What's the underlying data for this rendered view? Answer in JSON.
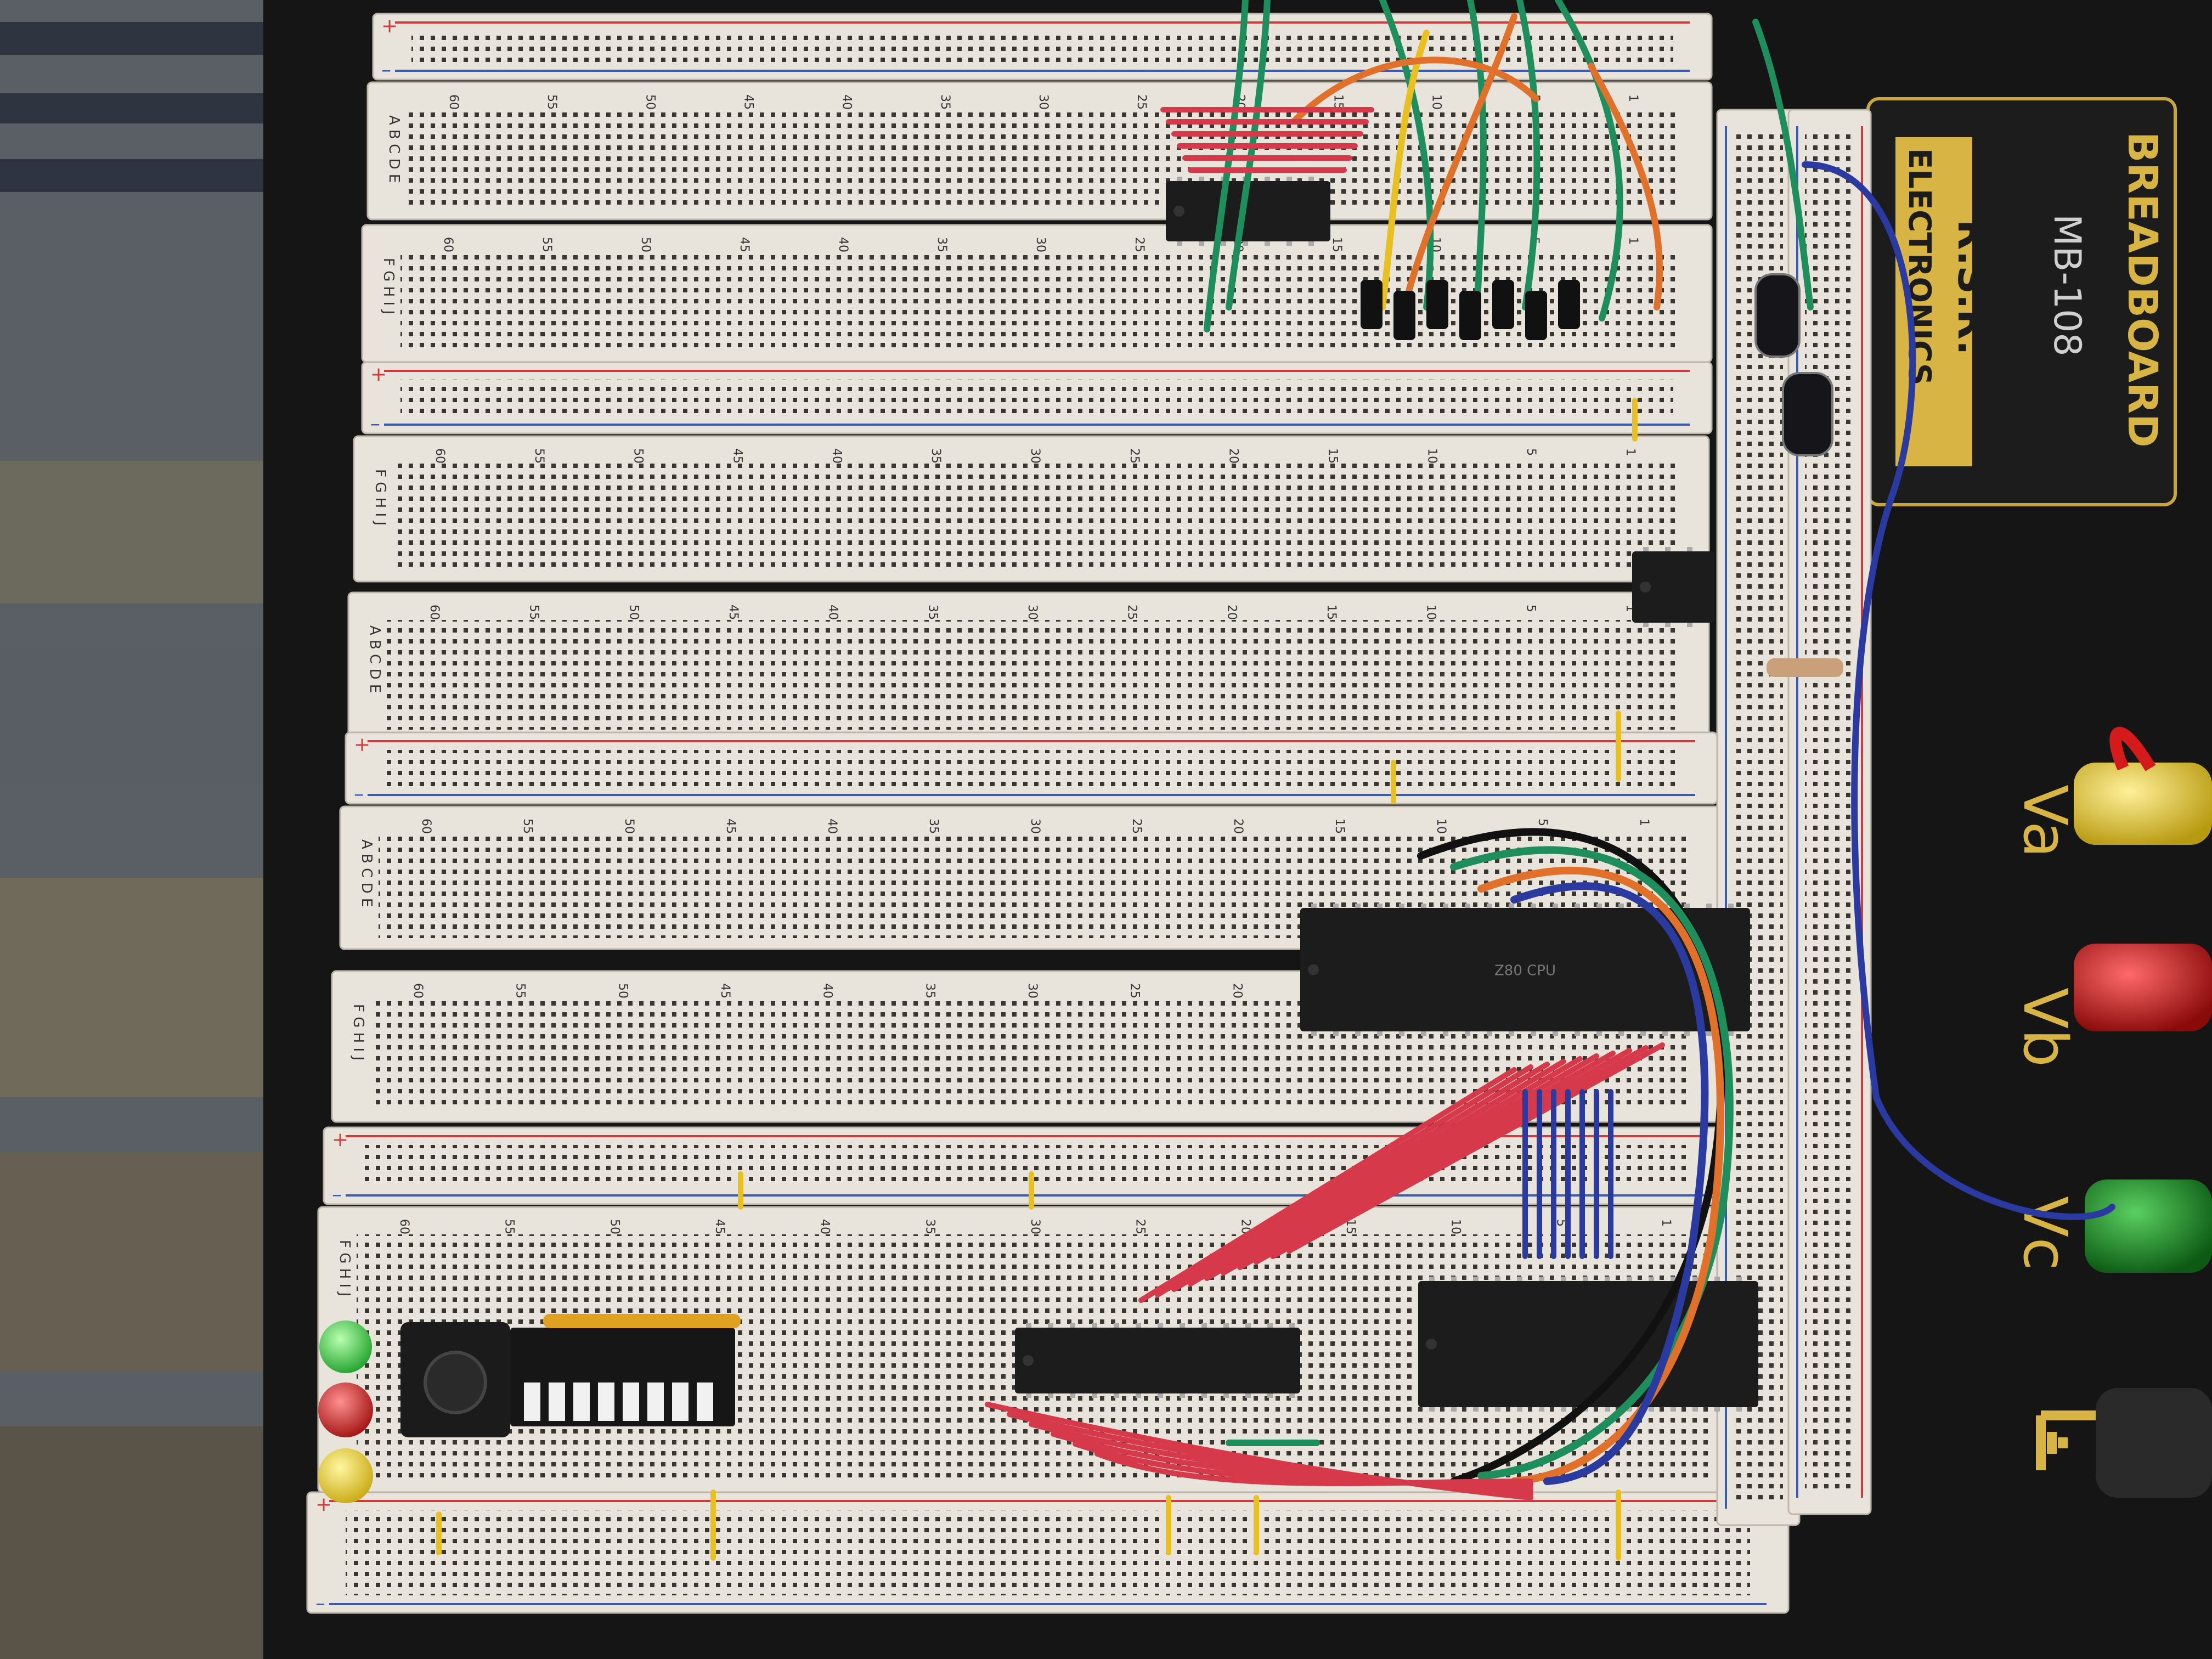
{
  "colors": {
    "background_fabric": "#5a5f66",
    "fabric_stripe": "#2f3540",
    "base_plate": "#151515",
    "breadboard_body": "#e8e4dc",
    "rail_red": "#d23b3b",
    "rail_blue": "#3a5bb5",
    "ic_body": "#1c1c1c",
    "wire_green": "#1e8f5c",
    "wire_red": "#d63a4a",
    "wire_blue": "#2a3aa0",
    "wire_orange": "#e0702a",
    "wire_yellow": "#e8c020",
    "wire_black": "#111111",
    "led_green": "#2ecc40",
    "led_red": "#e0202a",
    "led_yellow": "#f0d020",
    "binding_post_yellow": "#f2d21a",
    "binding_post_red": "#d41a1a",
    "binding_post_green": "#1f8a2a",
    "badge_gold": "#d8b445",
    "dip_switch_red": "#c82a2a"
  },
  "brand": {
    "title": "BREADBOARD",
    "model": "MB-108",
    "maker_line1": "R.S.R.",
    "maker_line2": "ELECTRONICS"
  },
  "terminals": {
    "va": "Va",
    "vb": "Vb",
    "vc": "Vc"
  },
  "breadboard": {
    "row_letters_top": "A B C D E",
    "row_letters_bottom": "F G H I J",
    "rail_plus": "+",
    "rail_minus": "–",
    "column_numbers": [
      "60",
      "55",
      "50",
      "45",
      "40",
      "35",
      "30",
      "25",
      "20",
      "15",
      "10",
      "5",
      "1"
    ]
  },
  "chips": {
    "main_cpu_marking": "Z80 CPU"
  },
  "icons": {
    "ground": "ground-symbol-icon"
  }
}
